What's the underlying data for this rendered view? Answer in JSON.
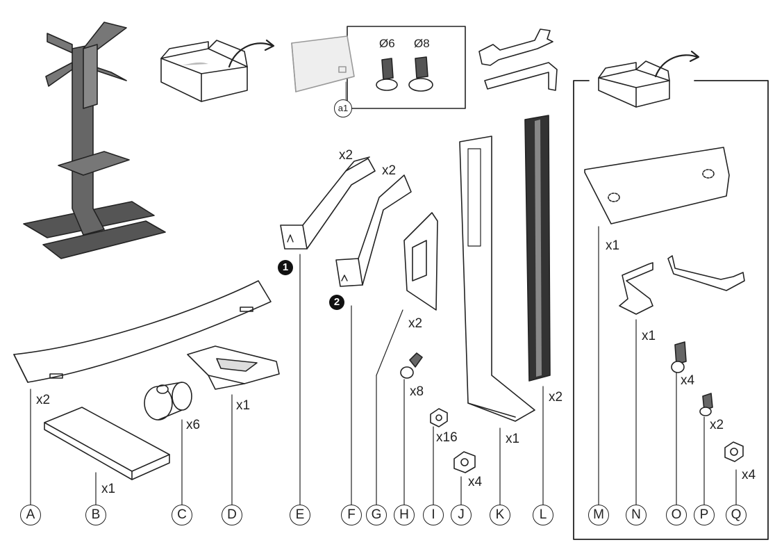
{
  "screws_inset": {
    "label": "a1",
    "diameter_small": "Ø6",
    "diameter_large": "Ø8"
  },
  "steps": {
    "one": "1",
    "two": "2"
  },
  "parts": [
    {
      "id": "A",
      "qty": "x2"
    },
    {
      "id": "B",
      "qty": "x1"
    },
    {
      "id": "C",
      "qty": "x6"
    },
    {
      "id": "D",
      "qty": "x1"
    },
    {
      "id": "E",
      "qty": "x2"
    },
    {
      "id": "F",
      "qty": "x2"
    },
    {
      "id": "G",
      "qty": "x2"
    },
    {
      "id": "H",
      "qty": "x8"
    },
    {
      "id": "I",
      "qty": "x16"
    },
    {
      "id": "J",
      "qty": "x4"
    },
    {
      "id": "K",
      "qty": "x1"
    },
    {
      "id": "L",
      "qty": "x2"
    },
    {
      "id": "M",
      "qty": "x1"
    },
    {
      "id": "N",
      "qty": "x1"
    },
    {
      "id": "O",
      "qty": "x4"
    },
    {
      "id": "P",
      "qty": "x2"
    },
    {
      "id": "Q",
      "qty": "x4"
    }
  ]
}
